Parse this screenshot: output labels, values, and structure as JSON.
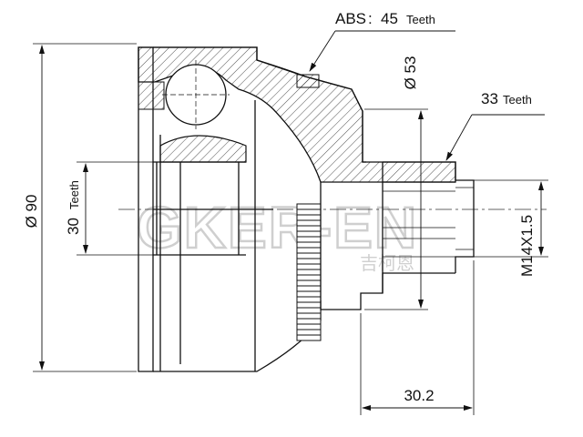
{
  "annotations": {
    "abs": {
      "prefix": "ABS",
      "sep": ":",
      "value": "45",
      "unit": "Teeth"
    },
    "outer_teeth": {
      "value": "33",
      "unit": "Teeth"
    },
    "inner_teeth": {
      "value": "30",
      "unit": "Teeth"
    },
    "dia_outer": "Ø 90",
    "dia_seal": "Ø 53",
    "thread": "M14X1.5",
    "length": "30.2"
  },
  "watermark": {
    "text": "GKER-EN",
    "cn": "吉柯恩"
  }
}
